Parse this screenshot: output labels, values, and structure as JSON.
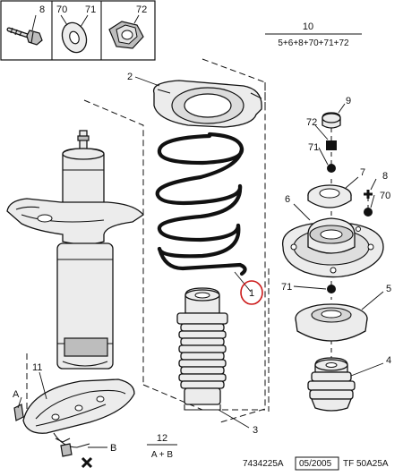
{
  "legend": {
    "boxes": [
      {
        "label": "8"
      },
      {
        "label": "70"
      },
      {
        "label": "71"
      },
      {
        "label": "72"
      }
    ]
  },
  "kit": {
    "code": "10",
    "formula": "5+6+8+70+71+72"
  },
  "callouts": [
    "1",
    "2",
    "3",
    "4",
    "5",
    "6",
    "7",
    "8",
    "9",
    "11",
    "70",
    "71",
    "71",
    "72"
  ],
  "side_letters": {
    "a": "A",
    "b": "B"
  },
  "group": {
    "code": "12",
    "formula": "A + B"
  },
  "footer": {
    "ref": "7434225A",
    "date": "05/2005",
    "code": "TF 50A25A"
  },
  "colors": {
    "highlight": "#cc1a1a",
    "ink": "#111111"
  }
}
